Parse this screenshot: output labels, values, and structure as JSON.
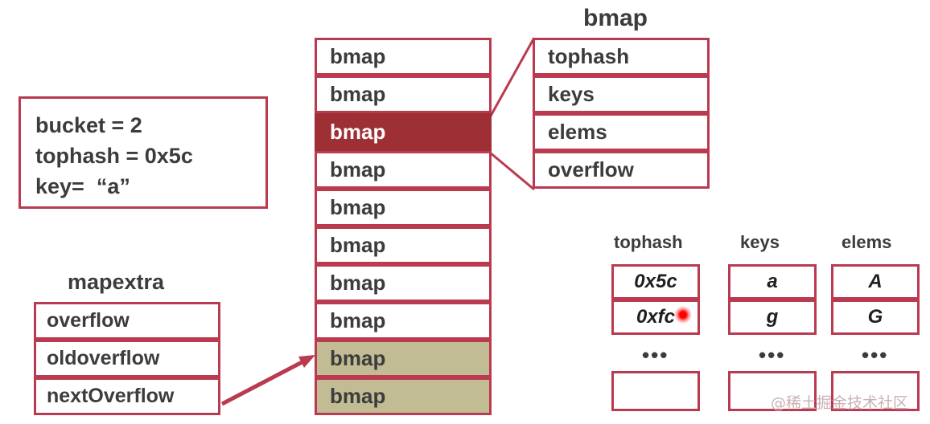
{
  "colors": {
    "border_red": "#ba3a50",
    "selected_fill": "#9e2f34",
    "overflow_fill": "#c2bc94",
    "text": "#3c3c3c",
    "cursor": "#ff0000",
    "watermark": "#c9b0b5"
  },
  "info_box": {
    "lines": [
      "bucket = 2",
      "tophash = 0x5c",
      "key=  “a”"
    ]
  },
  "mapextra": {
    "title": "mapextra",
    "fields": [
      {
        "label": "overflow"
      },
      {
        "label": "oldoverflow"
      },
      {
        "label": "nextOverflow"
      }
    ]
  },
  "buckets": {
    "rows": [
      {
        "label": "bmap",
        "state": "normal"
      },
      {
        "label": "bmap",
        "state": "normal"
      },
      {
        "label": "bmap",
        "state": "selected"
      },
      {
        "label": "bmap",
        "state": "normal"
      },
      {
        "label": "bmap",
        "state": "normal"
      },
      {
        "label": "bmap",
        "state": "normal"
      },
      {
        "label": "bmap",
        "state": "normal"
      },
      {
        "label": "bmap",
        "state": "normal"
      },
      {
        "label": "bmap",
        "state": "overflow"
      },
      {
        "label": "bmap",
        "state": "overflow"
      }
    ]
  },
  "bmap_detail": {
    "title": "bmap",
    "fields": [
      {
        "label": "tophash"
      },
      {
        "label": "keys"
      },
      {
        "label": "elems"
      },
      {
        "label": "overflow"
      }
    ]
  },
  "slots": {
    "columns": [
      {
        "title": "tophash",
        "values": [
          "0x5c",
          "0xfc"
        ],
        "ellipsis": "•••",
        "empty_cell": ""
      },
      {
        "title": "keys",
        "values": [
          "a",
          "g"
        ],
        "ellipsis": "•••",
        "empty_cell": ""
      },
      {
        "title": "elems",
        "values": [
          "A",
          "G"
        ],
        "ellipsis": "•••",
        "empty_cell": ""
      }
    ]
  },
  "watermark": {
    "text": "@稀土掘金技术社区"
  }
}
